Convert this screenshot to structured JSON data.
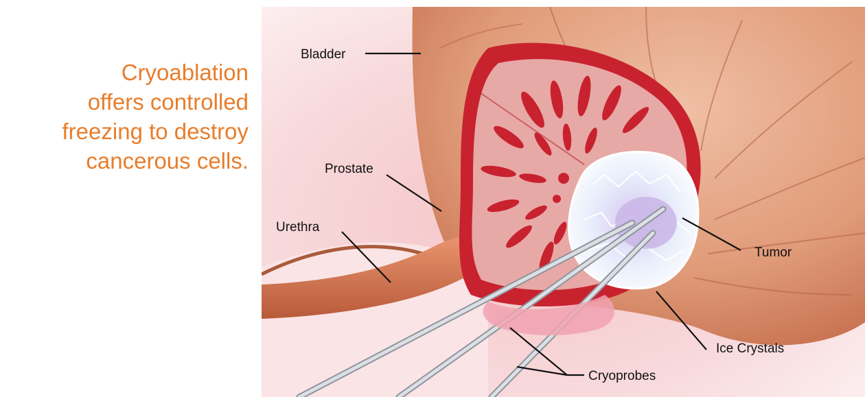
{
  "caption": {
    "lines": [
      "Cryoablation",
      "offers controlled",
      "freezing to destroy",
      "cancerous cells."
    ],
    "color": "#E87D2B"
  },
  "diagram": {
    "labels": {
      "bladder": "Bladder",
      "prostate": "Prostate",
      "urethra": "Urethra",
      "tumor": "Tumor",
      "ice_crystals": "Ice Crystals",
      "cryoprobes": "Cryoprobes"
    },
    "colors": {
      "bladder": "#D88A63",
      "prostate_capsule": "#C8222F",
      "prostate_tissue": "#E7A9A6",
      "urethra": "#D77A52",
      "ice": "#EEF4FF",
      "tumor": "#C9B5E6",
      "probe": "#B8BDC4",
      "background": "#F7D7D9"
    }
  }
}
